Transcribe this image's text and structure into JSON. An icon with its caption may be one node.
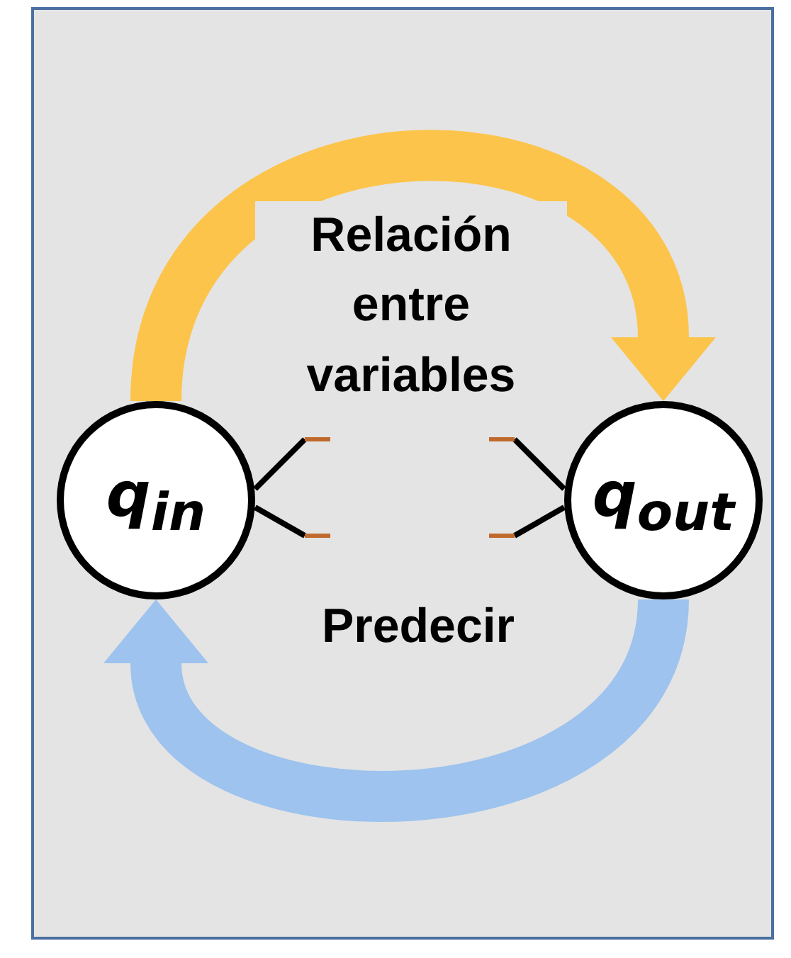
{
  "diagram": {
    "nodes": [
      {
        "text": [
          "q$_{in}$"
        ]
      },
      {
        "text": [
          "q$_{out}$"
        ]
      }
    ],
    "edges": [
      {
        "from": 0,
        "to": 1,
        "arrow": "to",
        "label": "Relación entre variables",
        "color": "#fcc44a"
      },
      {
        "from": 1,
        "to": 0,
        "arrow": "to",
        "label": "Predecir",
        "color": "#9dc3ee"
      }
    ]
  }
}
